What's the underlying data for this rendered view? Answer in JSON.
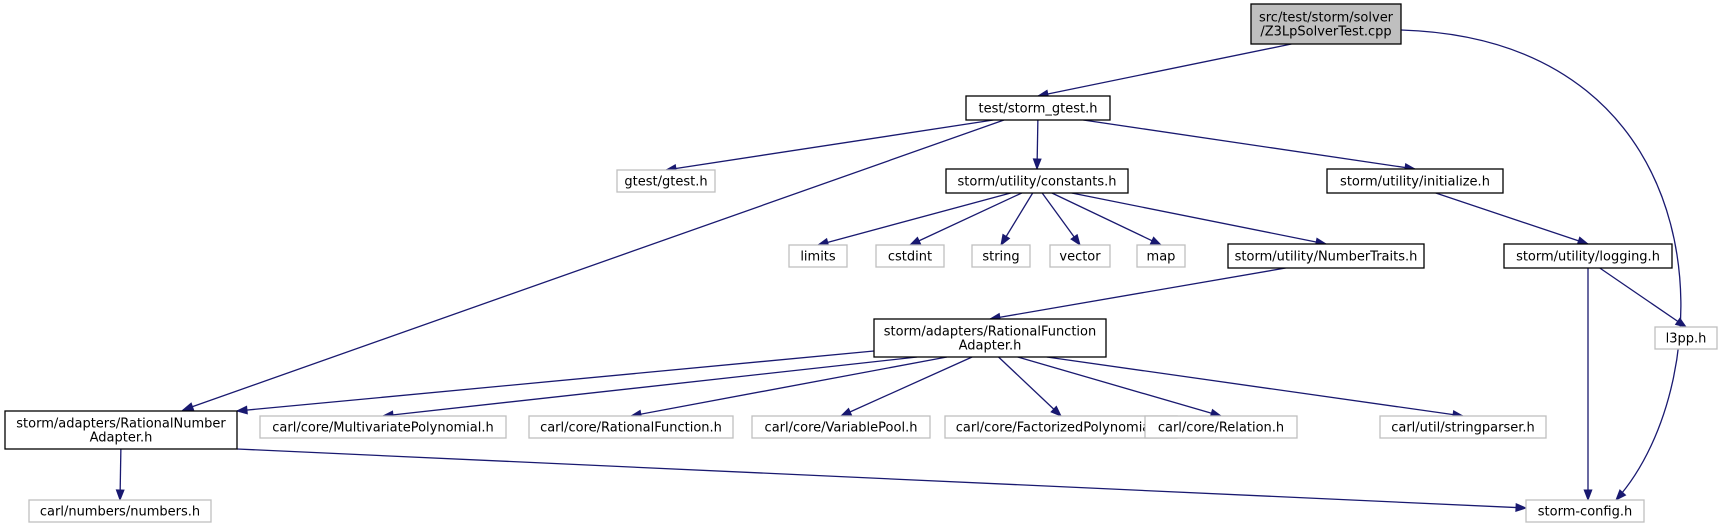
{
  "colors": {
    "edge": "#191970",
    "node_border_documented": "#000000",
    "node_border_undocumented": "#bfbfbf",
    "root_fill": "#bfbfbf",
    "node_fill": "#ffffff"
  },
  "nodes": [
    {
      "id": "root",
      "lines": [
        "src/test/storm/solver",
        "/Z3LpSolverTest.cpp"
      ],
      "kind": "root"
    },
    {
      "id": "storm_gtest",
      "lines": [
        "test/storm_gtest.h"
      ],
      "kind": "documented"
    },
    {
      "id": "gtest",
      "lines": [
        "gtest/gtest.h"
      ],
      "kind": "external"
    },
    {
      "id": "constants",
      "lines": [
        "storm/utility/constants.h"
      ],
      "kind": "documented"
    },
    {
      "id": "initialize",
      "lines": [
        "storm/utility/initialize.h"
      ],
      "kind": "documented"
    },
    {
      "id": "limits",
      "lines": [
        "limits"
      ],
      "kind": "external"
    },
    {
      "id": "cstdint",
      "lines": [
        "cstdint"
      ],
      "kind": "external"
    },
    {
      "id": "string",
      "lines": [
        "string"
      ],
      "kind": "external"
    },
    {
      "id": "vector",
      "lines": [
        "vector"
      ],
      "kind": "external"
    },
    {
      "id": "map",
      "lines": [
        "map"
      ],
      "kind": "external"
    },
    {
      "id": "numbertraits",
      "lines": [
        "storm/utility/NumberTraits.h"
      ],
      "kind": "documented"
    },
    {
      "id": "logging",
      "lines": [
        "storm/utility/logging.h"
      ],
      "kind": "documented"
    },
    {
      "id": "l3pp",
      "lines": [
        "l3pp.h"
      ],
      "kind": "external"
    },
    {
      "id": "ratfunc",
      "lines": [
        "storm/adapters/RationalFunction",
        "Adapter.h"
      ],
      "kind": "documented"
    },
    {
      "id": "ratnum",
      "lines": [
        "storm/adapters/RationalNumber",
        "Adapter.h"
      ],
      "kind": "documented"
    },
    {
      "id": "multipoly",
      "lines": [
        "carl/core/MultivariatePolynomial.h"
      ],
      "kind": "external"
    },
    {
      "id": "ratfunction",
      "lines": [
        "carl/core/RationalFunction.h"
      ],
      "kind": "external"
    },
    {
      "id": "varpool",
      "lines": [
        "carl/core/VariablePool.h"
      ],
      "kind": "external"
    },
    {
      "id": "factpoly",
      "lines": [
        "carl/core/FactorizedPolynomial.h"
      ],
      "kind": "external"
    },
    {
      "id": "relation",
      "lines": [
        "carl/core/Relation.h"
      ],
      "kind": "external"
    },
    {
      "id": "stringparser",
      "lines": [
        "carl/util/stringparser.h"
      ],
      "kind": "external"
    },
    {
      "id": "numbers",
      "lines": [
        "carl/numbers/numbers.h"
      ],
      "kind": "external"
    },
    {
      "id": "stormconfig",
      "lines": [
        "storm-config.h"
      ],
      "kind": "external"
    }
  ],
  "edges": [
    {
      "from": "root",
      "to": "storm_gtest"
    },
    {
      "from": "root",
      "to": "stormconfig"
    },
    {
      "from": "storm_gtest",
      "to": "gtest"
    },
    {
      "from": "storm_gtest",
      "to": "constants"
    },
    {
      "from": "storm_gtest",
      "to": "initialize"
    },
    {
      "from": "storm_gtest",
      "to": "ratnum"
    },
    {
      "from": "constants",
      "to": "limits"
    },
    {
      "from": "constants",
      "to": "cstdint"
    },
    {
      "from": "constants",
      "to": "string"
    },
    {
      "from": "constants",
      "to": "vector"
    },
    {
      "from": "constants",
      "to": "map"
    },
    {
      "from": "constants",
      "to": "numbertraits"
    },
    {
      "from": "initialize",
      "to": "logging"
    },
    {
      "from": "logging",
      "to": "l3pp"
    },
    {
      "from": "logging",
      "to": "stormconfig"
    },
    {
      "from": "numbertraits",
      "to": "ratfunc"
    },
    {
      "from": "ratfunc",
      "to": "ratnum"
    },
    {
      "from": "ratfunc",
      "to": "multipoly"
    },
    {
      "from": "ratfunc",
      "to": "ratfunction"
    },
    {
      "from": "ratfunc",
      "to": "varpool"
    },
    {
      "from": "ratfunc",
      "to": "factpoly"
    },
    {
      "from": "ratfunc",
      "to": "relation"
    },
    {
      "from": "ratfunc",
      "to": "stringparser"
    },
    {
      "from": "ratnum",
      "to": "numbers"
    },
    {
      "from": "ratnum",
      "to": "stormconfig"
    }
  ]
}
